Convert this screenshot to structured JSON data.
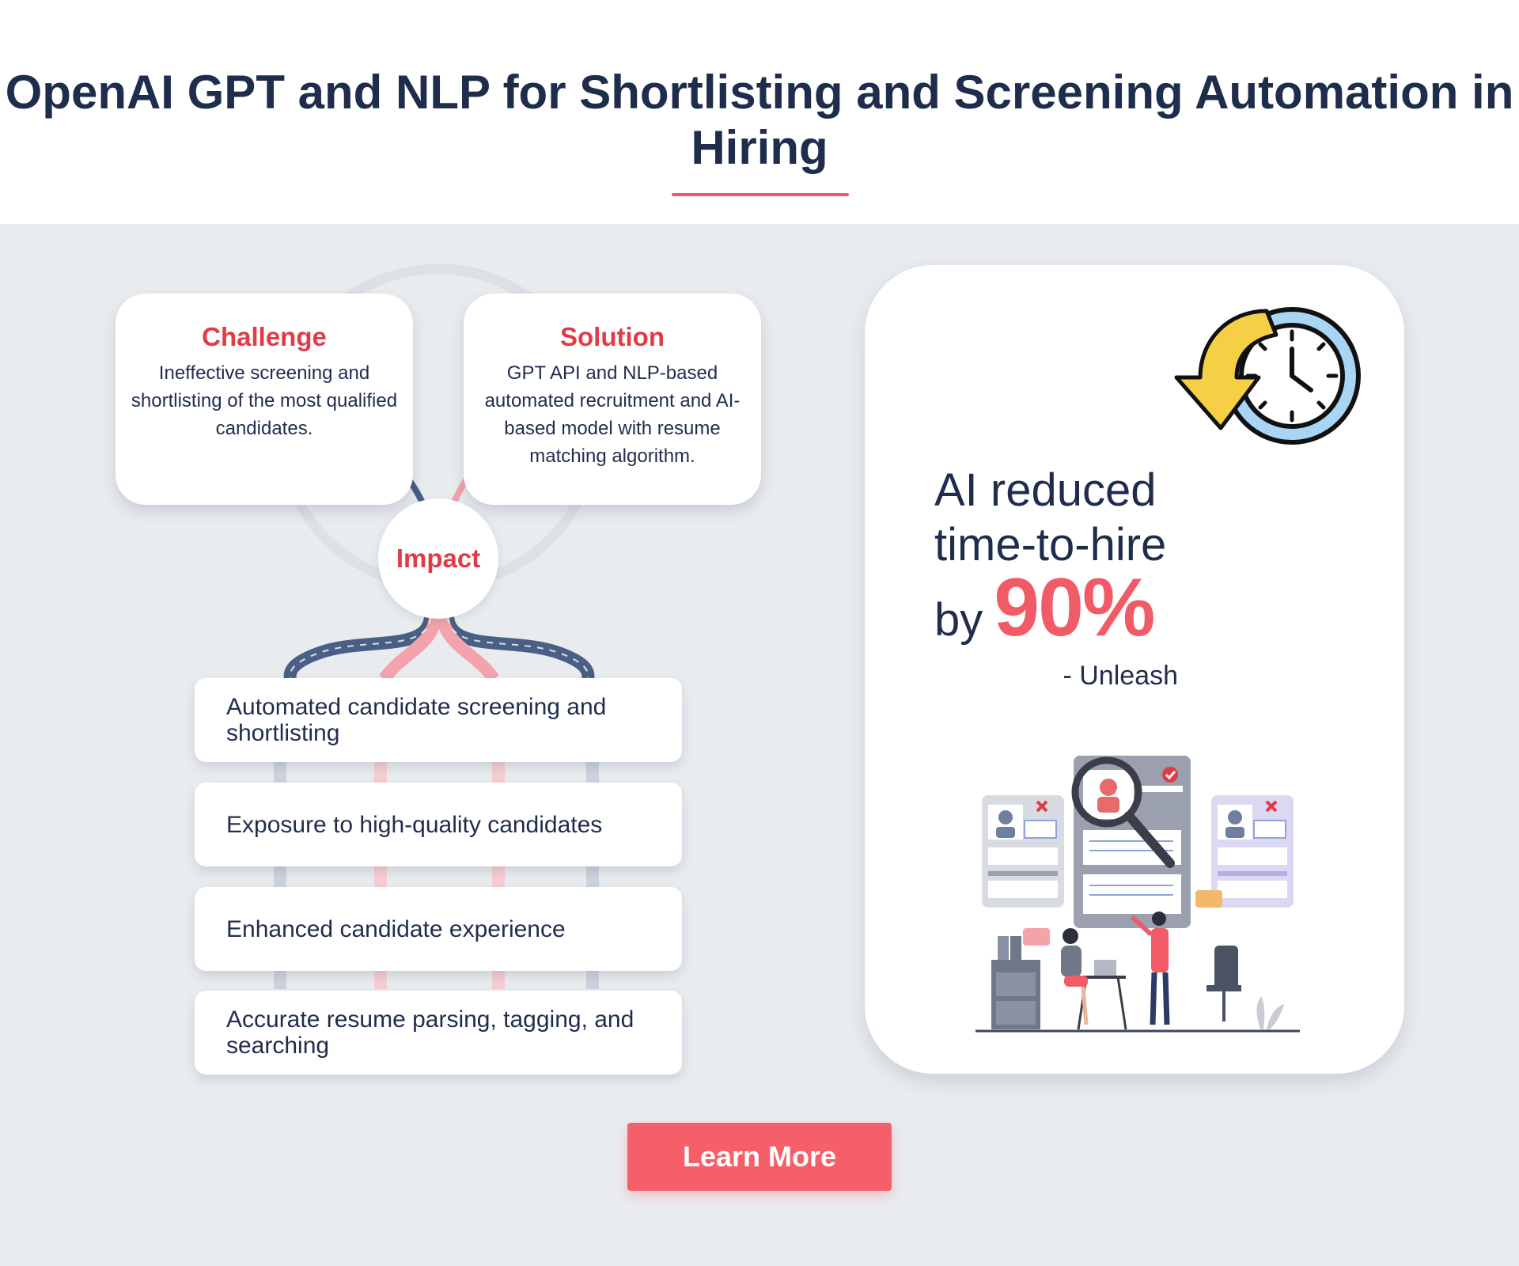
{
  "header": {
    "title": "OpenAI GPT and NLP for Shortlisting and Screening Automation in Hiring"
  },
  "challenge": {
    "heading": "Challenge",
    "text": "Ineffective screening and shortlisting of the most qualified candidates."
  },
  "solution": {
    "heading": "Solution",
    "text": "GPT API and NLP-based automated recruitment and AI-based model with resume matching algorithm."
  },
  "impact": {
    "label": "Impact",
    "items": [
      "Automated candidate screening and shortlisting",
      "Exposure to high-quality candidates",
      "Enhanced candidate experience",
      "Accurate resume parsing, tagging, and searching"
    ]
  },
  "stat": {
    "line1": "AI reduced",
    "line2": "time-to-hire",
    "by": "by",
    "number": "90%",
    "source": "- Unleash",
    "icon": "clock-rewind-icon",
    "illustration": "candidate-screening-illustration"
  },
  "cta": {
    "label": "Learn More"
  },
  "colors": {
    "accent": "#f15b67",
    "heading_red": "#e23a48",
    "navy": "#1f2d4d",
    "background": "#e9ecef",
    "connector_blue": "#4a5f85",
    "connector_pink": "#f3a3ab"
  }
}
